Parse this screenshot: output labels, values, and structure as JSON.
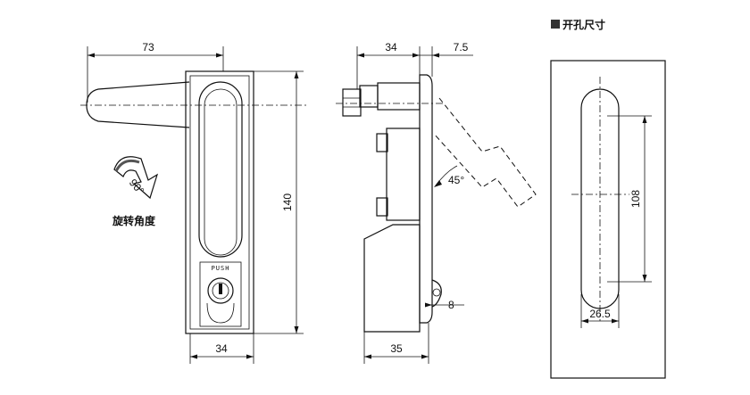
{
  "front_view": {
    "dim_width_top": "73",
    "dim_height": "140",
    "dim_width_bottom": "34",
    "rotation_angle": "90°",
    "rotation_caption": "旋转角度",
    "push_text": "PUSH"
  },
  "side_view": {
    "dim_depth_top": "34",
    "dim_offset_top": "7.5",
    "dim_angle": "45°",
    "dim_bracket": "8",
    "dim_depth_bottom": "35"
  },
  "cutout_view": {
    "title": "开孔尺寸",
    "dim_slot_length": "108",
    "dim_slot_width": "26.5"
  }
}
